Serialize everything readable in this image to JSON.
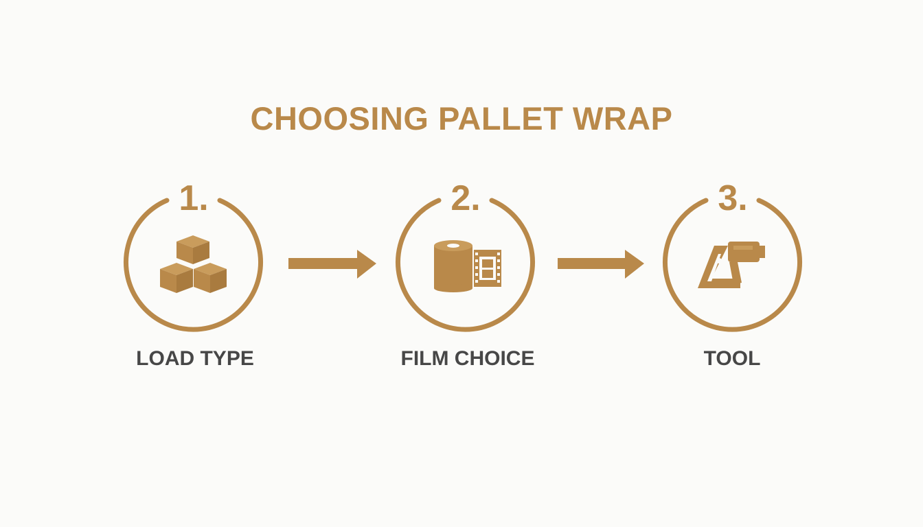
{
  "title": "CHOOSING PALLET WRAP",
  "accent_color": "#b9894a",
  "label_color": "#474747",
  "steps": [
    {
      "number": "1.",
      "label": "LOAD TYPE",
      "icon": "boxes-icon"
    },
    {
      "number": "2.",
      "label": "FILM CHOICE",
      "icon": "film-roll-icon"
    },
    {
      "number": "3.",
      "label": "TOOL",
      "icon": "wrap-dispenser-icon"
    }
  ],
  "connectors": [
    {
      "from": "1.",
      "to": "2.",
      "icon": "arrow-right-icon"
    },
    {
      "from": "2.",
      "to": "3.",
      "icon": "arrow-right-icon"
    }
  ]
}
